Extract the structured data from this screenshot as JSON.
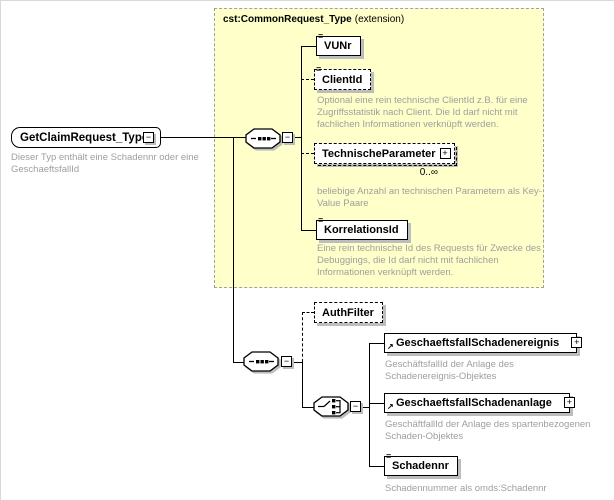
{
  "root": {
    "label": "GetClaimRequest_Type",
    "description": "Dieser Typ enthält eine Schadennr oder eine GeschaeftsfallId"
  },
  "extension_block": {
    "title": "cst:CommonRequest_Type",
    "title_suffix": "(extension)"
  },
  "elements": {
    "vunr": {
      "label": "VUNr"
    },
    "clientid": {
      "label": "ClientId",
      "description": "Optional eine rein technische ClientId z.B. für eine Zugriffsstatistik nach Client. Die Id darf nicht mit fachlichen Informationen verknüpft werden."
    },
    "technische_parameter": {
      "label": "TechnischeParameter",
      "occurrence": "0..∞",
      "description": "beliebige Anzahl an technischen Parametern als Key-Value Paare"
    },
    "korrelationsid": {
      "label": "KorrelationsId",
      "description": "Eine rein technische Id des Requests für Zwecke des Debuggings, die Id darf nicht mit fachlichen Informationen verknüpft werden."
    },
    "authfilter": {
      "label": "AuthFilter"
    },
    "geschaeftsfall_schadenereignis": {
      "label": "GeschaeftsfallSchadenereignis",
      "description": "GeschäftsfallId der Anlage des Schadenereignis-Objektes"
    },
    "geschaeftsfall_schadenanlage": {
      "label": "GeschaeftsfallSchadenanlage",
      "description": "GeschäftfallId der Anlage des spartenbezogenen Schaden-Objektes"
    },
    "schadennr": {
      "label": "Schadennr",
      "description": "Schadennummer als omds:Schadennr"
    }
  },
  "icons": {
    "collapse": "−",
    "expand": "+",
    "element_lines": "≡",
    "reference_arrow": "↗"
  },
  "colors": {
    "extension_bg": "#ffffc9",
    "shadow": "#bdbdbd",
    "description_text": "#9e9e9e"
  }
}
